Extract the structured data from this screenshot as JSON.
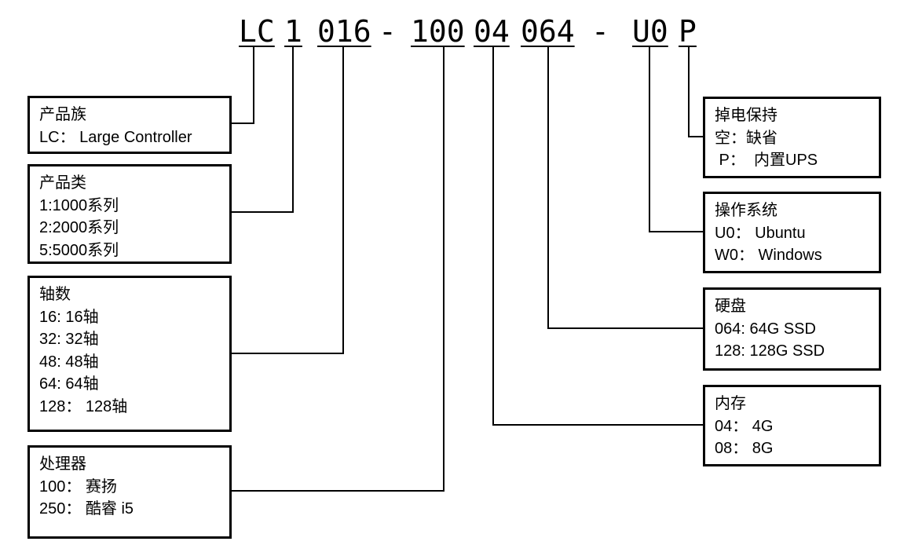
{
  "code": {
    "segments": [
      "LC",
      "1",
      "016",
      "100",
      "04",
      "064",
      "U0",
      "P"
    ],
    "dash1": "-",
    "dash2": "-"
  },
  "left_boxes": [
    {
      "title": "产品族",
      "items": [
        "LC： Large Controller"
      ]
    },
    {
      "title": "产品类",
      "items": [
        "1:1000系列",
        "2:2000系列",
        "5:5000系列"
      ]
    },
    {
      "title": "轴数",
      "items": [
        "16: 16轴",
        "32: 32轴",
        "48: 48轴",
        "64:  64轴",
        "128： 128轴"
      ]
    },
    {
      "title": "处理器",
      "items": [
        "100： 赛扬",
        "250： 酷睿 i5"
      ]
    }
  ],
  "right_boxes": [
    {
      "title": "掉电保持",
      "items": [
        "空：缺省",
        " P：  内置UPS"
      ]
    },
    {
      "title": "操作系统",
      "items": [
        "U0： Ubuntu",
        "W0： Windows"
      ]
    },
    {
      "title": "硬盘",
      "items": [
        "064: 64G SSD",
        "128: 128G SSD"
      ]
    },
    {
      "title": "内存",
      "items": [
        "04： 4G",
        "08： 8G"
      ]
    }
  ]
}
